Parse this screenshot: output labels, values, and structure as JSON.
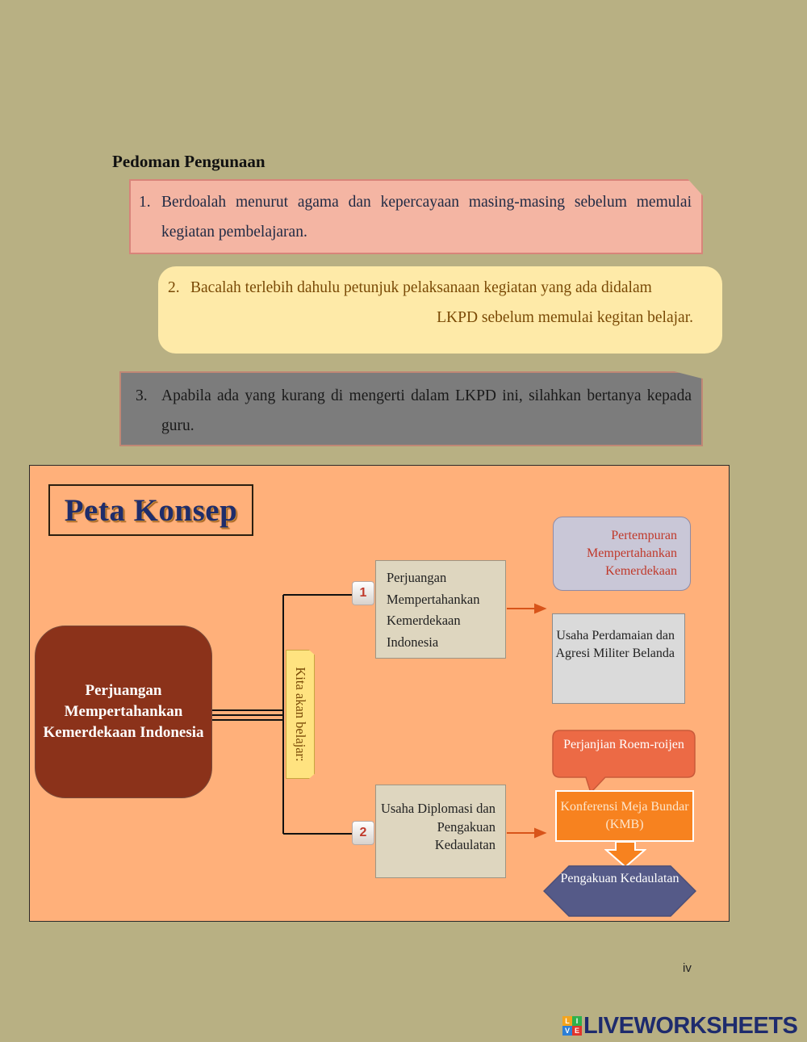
{
  "heading": "Pedoman Pengunaan",
  "guidelines": [
    {
      "num": "1.",
      "text": "Berdoalah menurut agama dan kepercayaan masing-masing sebelum memulai kegiatan pembelajaran."
    },
    {
      "num": "2.",
      "line1": "Bacalah terlebih dahulu petunjuk pelaksanaan kegiatan yang ada didalam",
      "line2": "LKPD sebelum memulai kegitan belajar."
    },
    {
      "num": "3.",
      "text": "Apabila ada yang kurang di mengerti dalam LKPD ini, silahkan bertanya kepada guru."
    }
  ],
  "concept_map": {
    "title": "Peta Konsep",
    "main_topic": "Perjuangan Mempertahankan Kemerdekaan Indonesia",
    "connector_label": "Kita akan belajar:",
    "branch1": {
      "badge": "1",
      "title": "Perjuangan Mempertahankan Kemerdekaan Indonesia",
      "items": [
        "Pertempuran Mempertahankan Kemerdekaan",
        "Usaha Perdamaian dan Agresi Militer Belanda"
      ]
    },
    "branch2": {
      "badge": "2",
      "title": "Usaha Diplomasi dan Pengakuan Kedaulatan",
      "flow": [
        "Perjanjian Roem-roijen",
        "Konferensi Meja Bundar (KMB)",
        "Pengakuan Kedaulatan"
      ]
    }
  },
  "page_number": "iv",
  "brand": {
    "name": "LIVEWORKSHEETS",
    "icon_letters": [
      "L",
      "I",
      "V",
      "E"
    ],
    "icon_colors": [
      "#f4a41c",
      "#2fb24c",
      "#2b7fd6",
      "#e2342b"
    ],
    "name_color": "#1e2b6d"
  }
}
